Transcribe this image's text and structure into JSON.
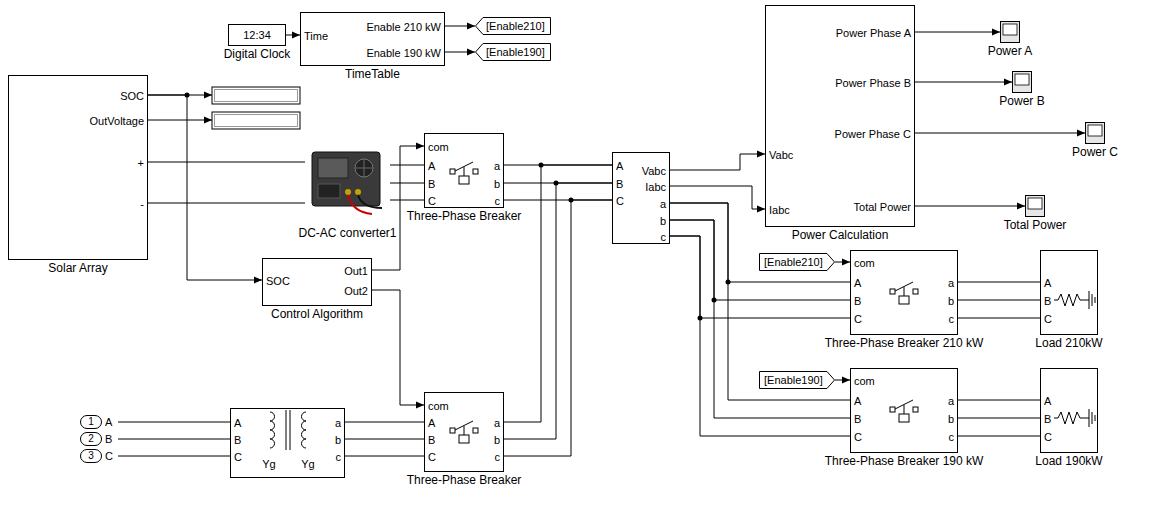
{
  "diagram": {
    "nodes": [
      {
        "text": [
          "12:34",
          "Digital Clock"
        ]
      },
      {
        "text": [
          "Time",
          "Enable 210 kW",
          "Enable 190 kW",
          "TimeTable"
        ]
      },
      {
        "text": [
          "[Enable210]"
        ]
      },
      {
        "text": [
          "[Enable190]"
        ]
      },
      {
        "text": [
          "SOC",
          "OutVoltage",
          "+",
          "-",
          "Solar Array"
        ]
      },
      {
        "text": [
          "DC-AC converter1"
        ]
      },
      {
        "text": [
          "com",
          "A",
          "B",
          "C",
          "a",
          "b",
          "c",
          "Three-Phase Breaker"
        ]
      },
      {
        "text": [
          "A",
          "B",
          "C",
          "Vabc",
          "Iabc",
          "a",
          "b",
          "c"
        ]
      },
      {
        "text": [
          "Vabc",
          "Iabc",
          "Power Phase A",
          "Power Phase B",
          "Power Phase C",
          "Total Power",
          "Power Calculation"
        ]
      },
      {
        "text": [
          "Power A"
        ]
      },
      {
        "text": [
          "Power B"
        ]
      },
      {
        "text": [
          "Power C"
        ]
      },
      {
        "text": [
          "Total Power"
        ]
      },
      {
        "text": [
          "SOC",
          "Out1",
          "Out2",
          "Control Algorithm"
        ]
      },
      {
        "text": [
          "[Enable210]"
        ]
      },
      {
        "text": [
          "com",
          "A",
          "B",
          "C",
          "a",
          "b",
          "c",
          "Three-Phase Breaker 210 kW"
        ]
      },
      {
        "text": [
          "A",
          "B",
          "C",
          "Load 210kW"
        ]
      },
      {
        "text": [
          "[Enable190]"
        ]
      },
      {
        "text": [
          "com",
          "A",
          "B",
          "C",
          "a",
          "b",
          "c",
          "Three-Phase Breaker 190 kW"
        ]
      },
      {
        "text": [
          "A",
          "B",
          "C",
          "Load 190kW"
        ]
      },
      {
        "text": [
          "1",
          "A"
        ]
      },
      {
        "text": [
          "2",
          "B"
        ]
      },
      {
        "text": [
          "3",
          "C"
        ]
      },
      {
        "text": [
          "A",
          "B",
          "C",
          "a",
          "b",
          "c",
          "Yg",
          "Yg"
        ]
      },
      {
        "text": [
          "com",
          "A",
          "B",
          "C",
          "a",
          "b",
          "c",
          "Three-Phase Breaker"
        ]
      }
    ],
    "edges": [
      {
        "from": 0,
        "to": 1,
        "arrow": "to"
      },
      {
        "from": 1,
        "to": 2,
        "arrow": "to"
      },
      {
        "from": 1,
        "to": 3,
        "arrow": "to"
      },
      {
        "from": 4,
        "to": 13,
        "arrow": "to"
      },
      {
        "from": 4,
        "to": 5,
        "arrow": "none"
      },
      {
        "from": 4,
        "to": 5,
        "arrow": "none"
      },
      {
        "from": 5,
        "to": 6,
        "arrow": "none"
      },
      {
        "from": 5,
        "to": 6,
        "arrow": "none"
      },
      {
        "from": 5,
        "to": 6,
        "arrow": "none"
      },
      {
        "from": 13,
        "to": 6,
        "arrow": "to"
      },
      {
        "from": 13,
        "to": 24,
        "arrow": "to"
      },
      {
        "from": 6,
        "to": 7,
        "arrow": "none"
      },
      {
        "from": 6,
        "to": 7,
        "arrow": "none"
      },
      {
        "from": 6,
        "to": 7,
        "arrow": "none"
      },
      {
        "from": 24,
        "to": 7,
        "arrow": "none"
      },
      {
        "from": 24,
        "to": 7,
        "arrow": "none"
      },
      {
        "from": 24,
        "to": 7,
        "arrow": "none"
      },
      {
        "from": 7,
        "to": 8,
        "arrow": "to"
      },
      {
        "from": 7,
        "to": 8,
        "arrow": "to"
      },
      {
        "from": 8,
        "to": 9,
        "arrow": "to"
      },
      {
        "from": 8,
        "to": 10,
        "arrow": "to"
      },
      {
        "from": 8,
        "to": 11,
        "arrow": "to"
      },
      {
        "from": 8,
        "to": 12,
        "arrow": "to"
      },
      {
        "from": 7,
        "to": 15,
        "arrow": "none"
      },
      {
        "from": 7,
        "to": 15,
        "arrow": "none"
      },
      {
        "from": 7,
        "to": 15,
        "arrow": "none"
      },
      {
        "from": 7,
        "to": 18,
        "arrow": "none"
      },
      {
        "from": 7,
        "to": 18,
        "arrow": "none"
      },
      {
        "from": 7,
        "to": 18,
        "arrow": "none"
      },
      {
        "from": 14,
        "to": 15,
        "arrow": "to"
      },
      {
        "from": 15,
        "to": 16,
        "arrow": "none"
      },
      {
        "from": 15,
        "to": 16,
        "arrow": "none"
      },
      {
        "from": 15,
        "to": 16,
        "arrow": "none"
      },
      {
        "from": 17,
        "to": 18,
        "arrow": "to"
      },
      {
        "from": 18,
        "to": 19,
        "arrow": "none"
      },
      {
        "from": 18,
        "to": 19,
        "arrow": "none"
      },
      {
        "from": 18,
        "to": 19,
        "arrow": "none"
      },
      {
        "from": 20,
        "to": 23,
        "arrow": "none"
      },
      {
        "from": 21,
        "to": 23,
        "arrow": "none"
      },
      {
        "from": 22,
        "to": 23,
        "arrow": "none"
      },
      {
        "from": 23,
        "to": 24,
        "arrow": "none"
      },
      {
        "from": 23,
        "to": 24,
        "arrow": "none"
      },
      {
        "from": 23,
        "to": 24,
        "arrow": "none"
      }
    ]
  }
}
